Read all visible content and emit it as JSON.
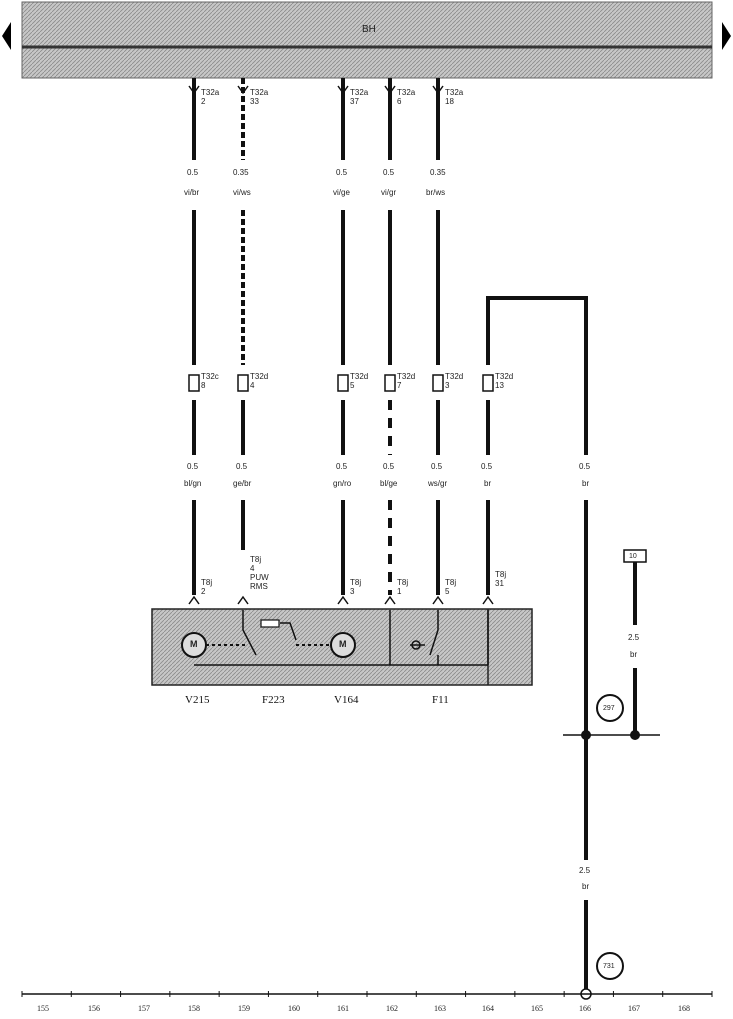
{
  "header": {
    "label": "BH"
  },
  "wires": [
    {
      "conn_top": "T32a",
      "pin_top": "2",
      "size_top": "0.5",
      "color_top": "vi/br",
      "conn_mid": "T32c",
      "pin_mid": "8",
      "size_bot": "0.5",
      "color_bot": "bl/gn",
      "conn_bot": "T8j",
      "pin_bot": "2"
    },
    {
      "conn_top": "T32a",
      "pin_top": "33",
      "size_top": "0.35",
      "color_top": "vi/ws",
      "conn_mid": "T32d",
      "pin_mid": "4",
      "size_bot": "0.5",
      "color_bot": "ge/br",
      "conn_bot": "T8j",
      "pin_bot": "4"
    },
    {
      "conn_top": "T32a",
      "pin_top": "37",
      "size_top": "0.5",
      "color_top": "vi/ge",
      "conn_mid": "T32d",
      "pin_mid": "5",
      "size_bot": "0.5",
      "color_bot": "gn/ro",
      "conn_bot": "T8j",
      "pin_bot": "3"
    },
    {
      "conn_top": "T32a",
      "pin_top": "6",
      "size_top": "0.5",
      "color_top": "vi/gr",
      "conn_mid": "T32d",
      "pin_mid": "7",
      "size_bot": "0.5",
      "color_bot": "bl/ge",
      "conn_bot": "T8j",
      "pin_bot": "1"
    },
    {
      "conn_top": "T32a",
      "pin_top": "18",
      "size_top": "0.35",
      "color_top": "br/ws",
      "conn_mid": "T32d",
      "pin_mid": "3",
      "size_bot": "0.5",
      "color_bot": "ws/gr",
      "conn_bot": "T8j",
      "pin_bot": "5"
    },
    {
      "conn_top": "",
      "pin_top": "",
      "size_top": "",
      "color_top": "",
      "conn_mid": "T32d",
      "pin_mid": "13",
      "size_bot": "0.5",
      "color_bot": "br",
      "conn_bot": "T8j",
      "pin_bot": "31"
    }
  ],
  "extra_wire_text": {
    "t8j_line2": "PUW",
    "t8j_line3": "RMS"
  },
  "ground_wire": {
    "size": "0.5",
    "color": "br"
  },
  "ground_trunk": {
    "size": "2.5",
    "color": "br"
  },
  "branch_wire": {
    "size": "2.5",
    "color": "br",
    "terminal": "10"
  },
  "ground_points": [
    "297",
    "731"
  ],
  "components": [
    "V215",
    "F223",
    "V164",
    "F11"
  ],
  "motor_symbol": "M",
  "column_numbers": [
    "155",
    "156",
    "157",
    "158",
    "159",
    "160",
    "161",
    "162",
    "163",
    "164",
    "165",
    "166",
    "167",
    "168"
  ],
  "colors": {
    "wire": "#111111",
    "header_bg": "#b8b8b8",
    "box_bg": "#bdbdbd"
  }
}
